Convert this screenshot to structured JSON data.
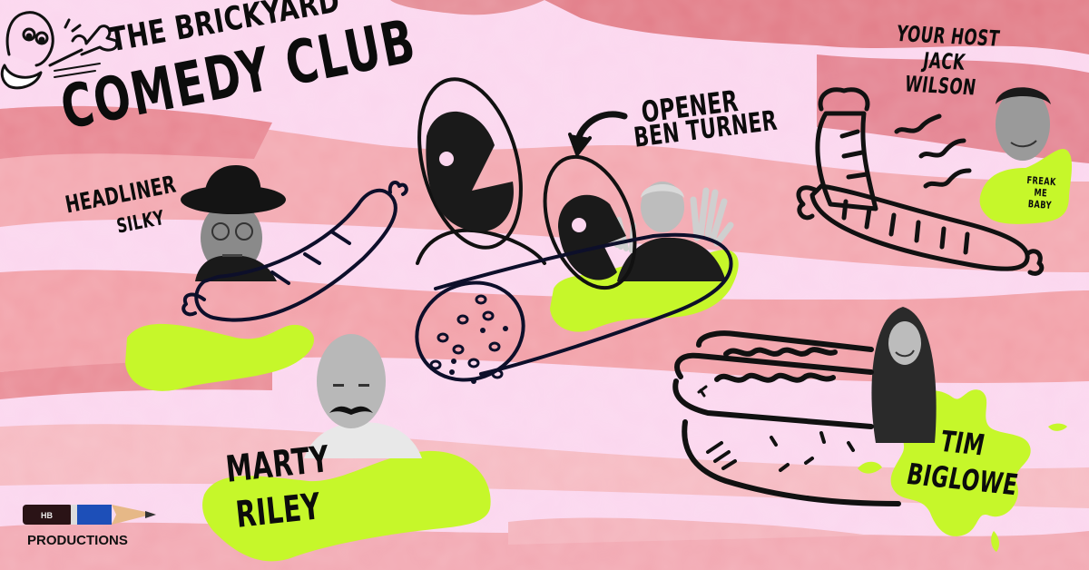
{
  "event": {
    "venue_line1": "The Brickyard",
    "venue_line2": "Comedy Club"
  },
  "performers": {
    "headliner": {
      "role": "Headliner",
      "name": "Silky"
    },
    "opener": {
      "role": "Opener",
      "name": "Ben Turner"
    },
    "host": {
      "line1": "Your Host",
      "line2": "Jack",
      "line3": "Wilson",
      "tagline_1": "Freak",
      "tagline_2": "Me",
      "tagline_3": "Baby"
    },
    "featured_1": {
      "first": "Marty",
      "last": "Riley"
    },
    "featured_2": {
      "first": "Tim",
      "last": "Biglowe"
    }
  },
  "branding": {
    "pencil_label": "HB",
    "productions_label": "Productions"
  },
  "colors": {
    "background_fat": "#fbd6ee",
    "meat": "#f2a0a8",
    "meat_dark": "#de6f7c",
    "accent_lime": "#c6f72a",
    "ink": "#0c0c0c",
    "ink_navy": "#0d0f2a"
  },
  "icons": [
    "cartoon-mascot-icon",
    "sausage-icon",
    "salami-icon",
    "googly-eyes-icon",
    "curved-arrow-icon",
    "grilled-sausages-icon",
    "squiggle-lines-icon",
    "hotdog-icon",
    "pencil-icon",
    "lime-splat-icon"
  ]
}
